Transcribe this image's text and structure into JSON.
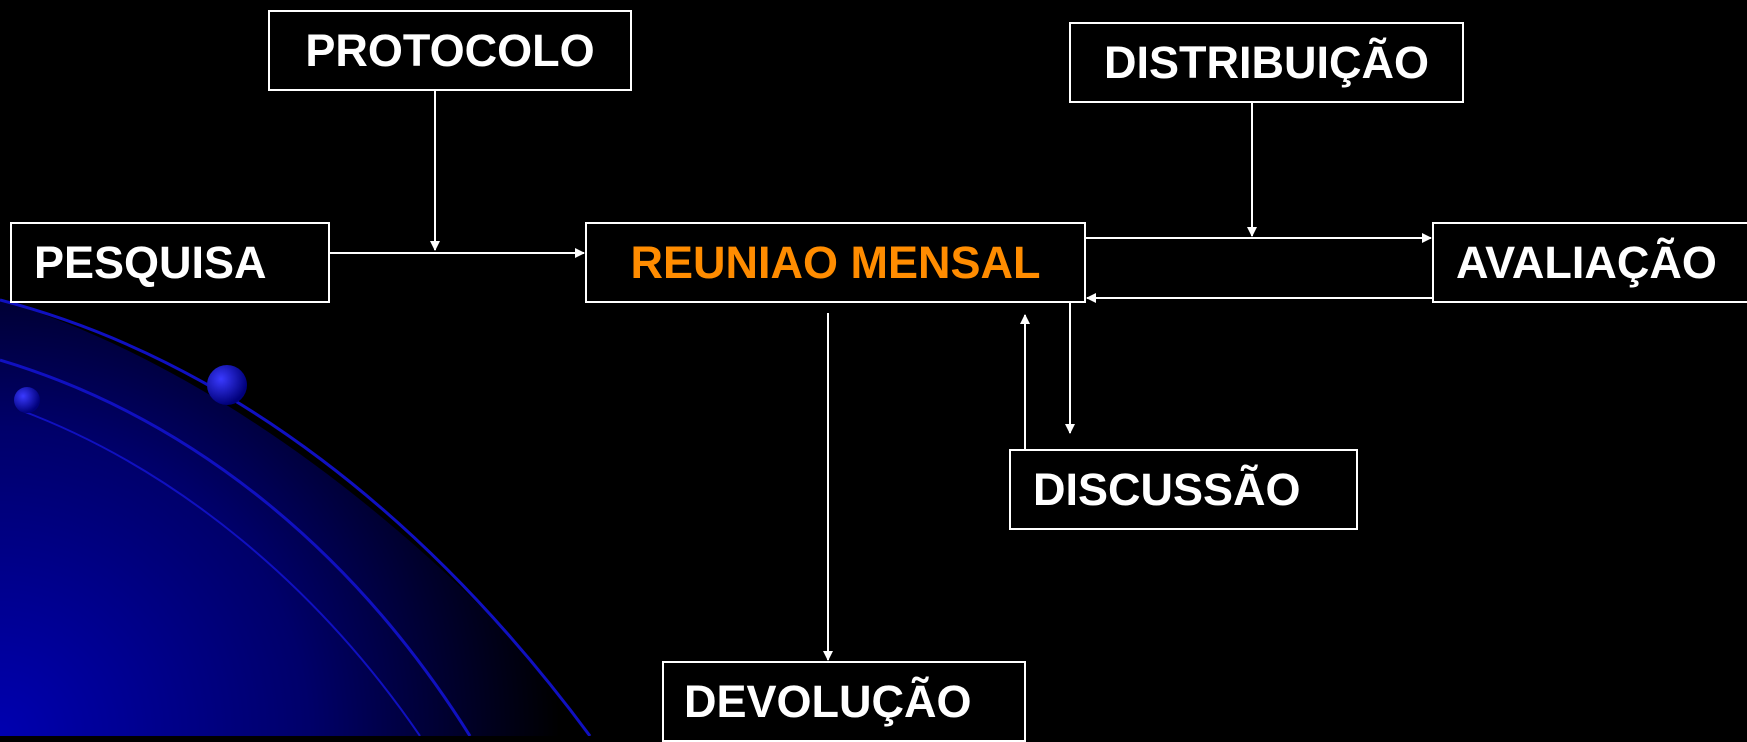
{
  "colors": {
    "background": "#000000",
    "box_border": "#ffffff",
    "text": "#ffffff",
    "accent": "#ff8c00",
    "decor_blue": "#0000cc"
  },
  "nodes": {
    "protocolo": "PROTOCOLO",
    "distribuicao": "DISTRIBUIÇÃO",
    "pesquisa": "PESQUISA",
    "reuniao": "REUNIAO MENSAL",
    "avaliacao": "AVALIAÇÃO",
    "discussao": "DISCUSSÃO",
    "devolucao": "DEVOLUÇÃO"
  },
  "edges": [
    {
      "from": "protocolo",
      "to": "pesquisa-reuniao-line"
    },
    {
      "from": "pesquisa",
      "to": "reuniao"
    },
    {
      "from": "distribuicao",
      "to": "reuniao-avaliacao-line"
    },
    {
      "from": "reuniao",
      "to": "avaliacao"
    },
    {
      "from": "avaliacao",
      "to": "reuniao"
    },
    {
      "from": "reuniao",
      "to": "discussao"
    },
    {
      "from": "discussao",
      "to": "reuniao"
    },
    {
      "from": "reuniao",
      "to": "devolucao"
    }
  ]
}
